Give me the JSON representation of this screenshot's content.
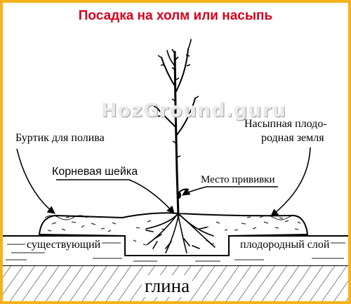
{
  "title": "Посадка на холм или насыпь",
  "watermark": "HozGround.guru",
  "labels": {
    "burtik": "Буртик для полива",
    "fill_line1": "Насыпная плодо-",
    "fill_line2": "родная земля",
    "root_collar": "Корневая шейка",
    "graft": "Место прививки",
    "existing": "существующий",
    "fertile_layer": "плодородный слой",
    "clay": "глина"
  },
  "colors": {
    "frame": "#f5b21c",
    "title": "#d6001c"
  }
}
